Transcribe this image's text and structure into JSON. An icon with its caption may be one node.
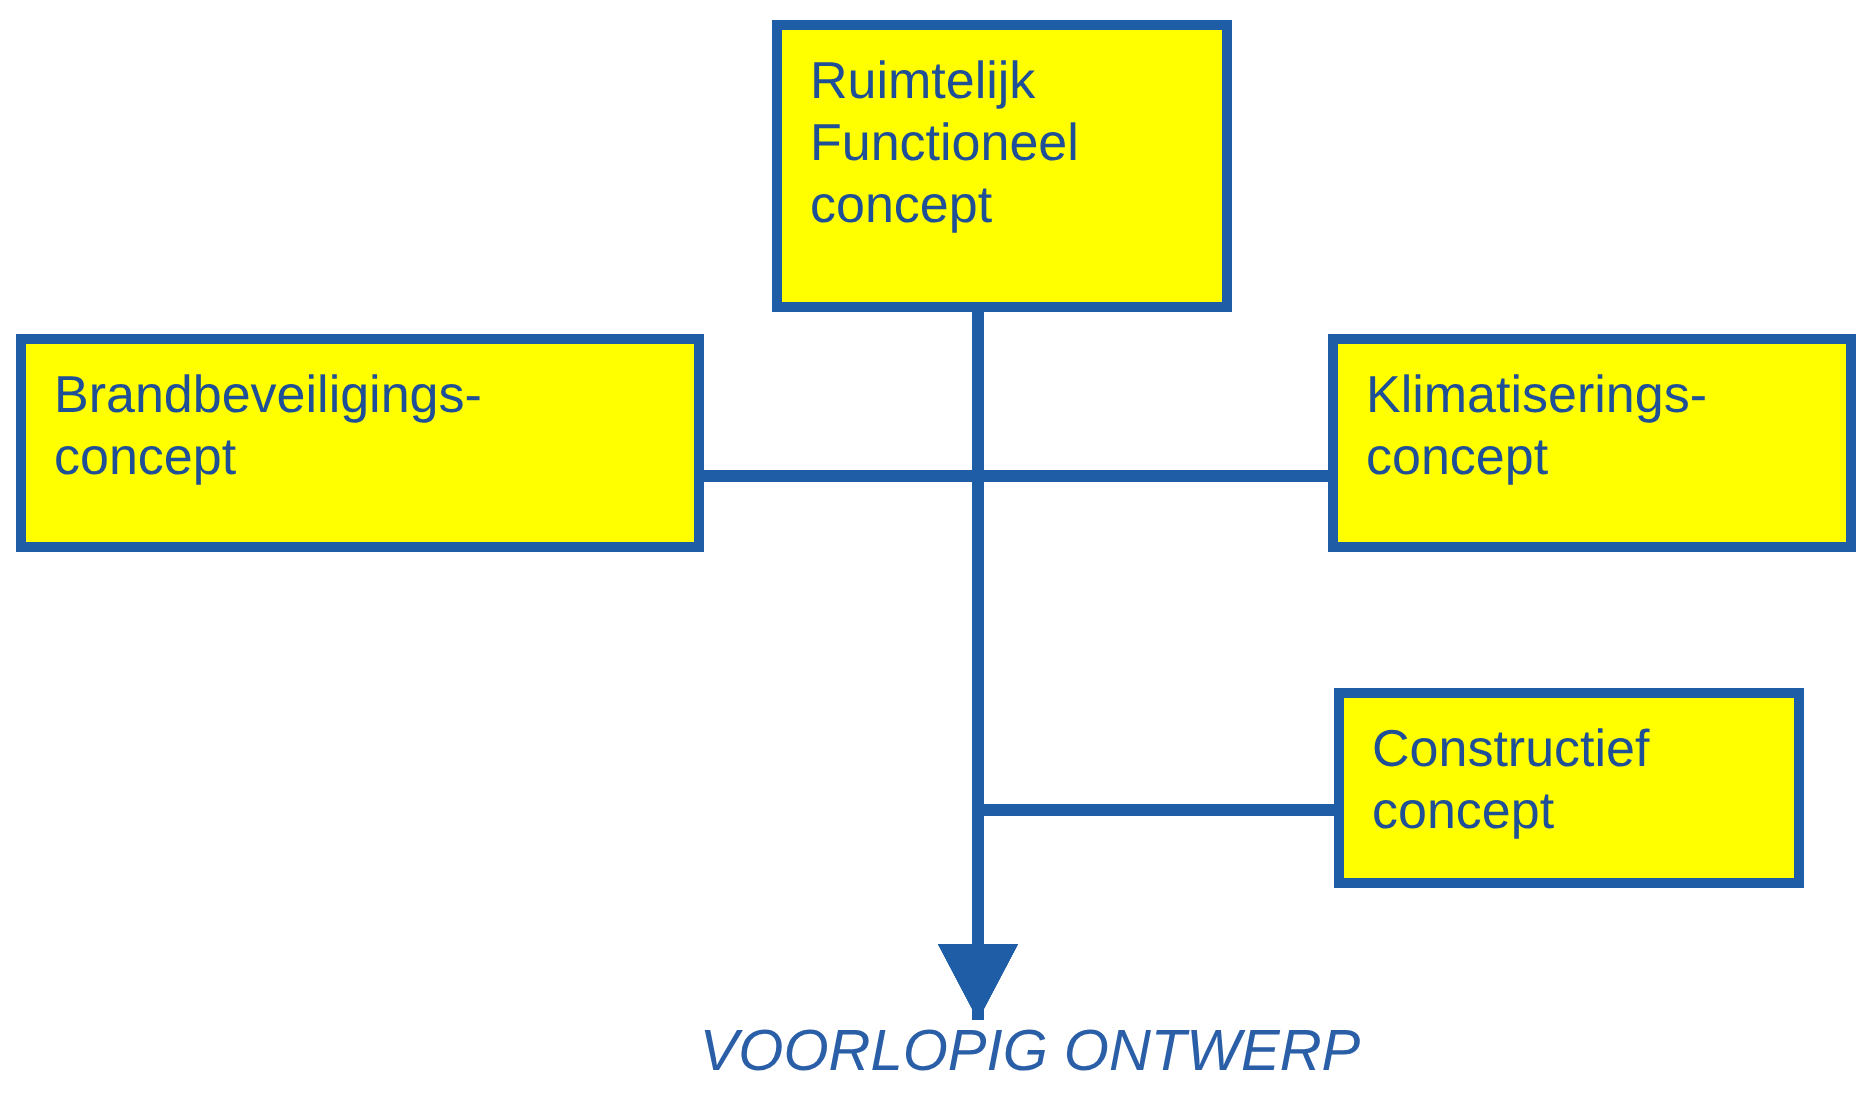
{
  "diagram": {
    "nodes": [
      {
        "text": [
          "Ruimtelijk Functioneel concept"
        ]
      },
      {
        "text": [
          "Brandbeveiligings-concept"
        ]
      },
      {
        "text": [
          "Klimatiserings-concept"
        ]
      },
      {
        "text": [
          "Constructief concept"
        ]
      },
      {
        "text": [
          "VOORLOPIG ONTWERP"
        ]
      }
    ],
    "edges": [
      {
        "from": 0,
        "to": 4,
        "arrow": "to"
      },
      {
        "from": 1,
        "to": 4,
        "arrow": "to"
      },
      {
        "from": 2,
        "to": 4,
        "arrow": "to"
      },
      {
        "from": 3,
        "to": 4,
        "arrow": "to"
      }
    ]
  }
}
